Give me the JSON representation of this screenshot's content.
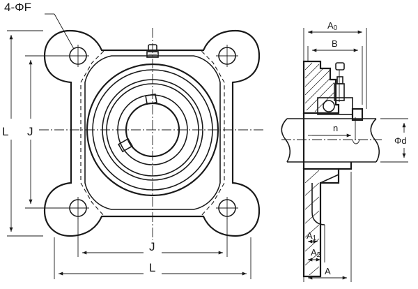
{
  "front_view": {
    "bolt_holes_label": "4-ΦF",
    "height_overall_label": "L",
    "height_bolt_label": "J",
    "width_bolt_label": "J",
    "width_overall_label": "L"
  },
  "side_view": {
    "a0_label": "A",
    "a0_sub": "0",
    "b_label": "B",
    "n_label": "n",
    "bore_label": "Φd",
    "a1_label": "A",
    "a1_sub": "1",
    "a2_label": "A",
    "a2_sub": "2",
    "a_label": "A"
  }
}
